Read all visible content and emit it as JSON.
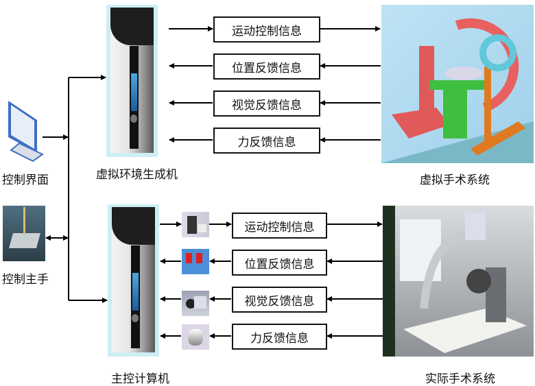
{
  "left": {
    "control_ui_label": "控制界面",
    "master_hand_label": "控制主手"
  },
  "top": {
    "computer_label": "虚拟环境生成机",
    "system_label": "虚拟手术系统",
    "boxes": [
      "运动控制信息",
      "位置反馈信息",
      "视觉反馈信息",
      "力反馈信息"
    ]
  },
  "bottom": {
    "computer_label": "主控计算机",
    "system_label": "实际手术系统",
    "boxes": [
      "运动控制信息",
      "位置反馈信息",
      "视觉反馈信息",
      "力反馈信息"
    ]
  }
}
